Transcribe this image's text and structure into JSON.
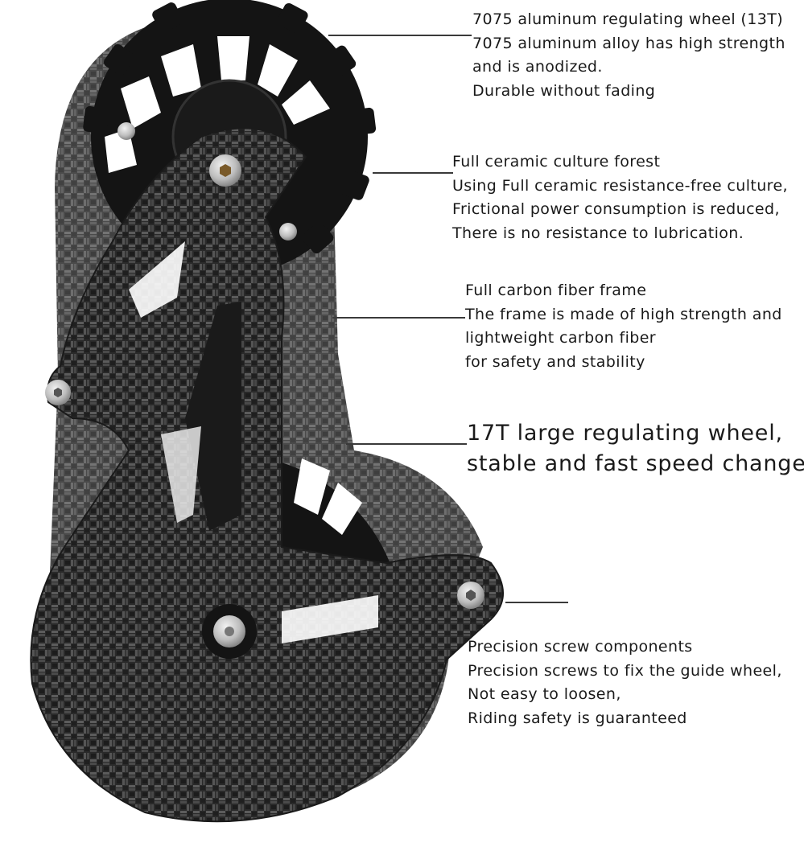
{
  "colors": {
    "carbon_dark": "#2a2a2a",
    "carbon_light": "#5c5c5c",
    "aluminum_black": "#141414",
    "bolt_silver": "#c9c9c9",
    "leader_line": "#3a3a3a",
    "text": "#1a1a1a"
  },
  "callouts": [
    {
      "id": "regulating-wheel-13t",
      "lines": [
        "7075 aluminum regulating wheel (13T)",
        "7075 aluminum alloy has high strength",
        "and is anodized.",
        "Durable without fading"
      ]
    },
    {
      "id": "ceramic-bearing",
      "lines": [
        "Full ceramic culture forest",
        "Using Full ceramic resistance-free culture,",
        "Frictional power consumption is reduced,",
        "There is no resistance to lubrication."
      ]
    },
    {
      "id": "carbon-frame",
      "lines": [
        "Full carbon fiber frame",
        "The frame is made of high strength and",
        "lightweight carbon fiber",
        "for safety and stability"
      ]
    },
    {
      "id": "large-wheel-17t",
      "lines": [
        "17T large regulating wheel,",
        "stable and fast speed change"
      ]
    },
    {
      "id": "precision-screws",
      "lines": [
        "Precision screw components",
        "Precision screws to fix the guide wheel,",
        "Not easy to loosen,",
        "Riding safety is guaranteed"
      ]
    }
  ]
}
